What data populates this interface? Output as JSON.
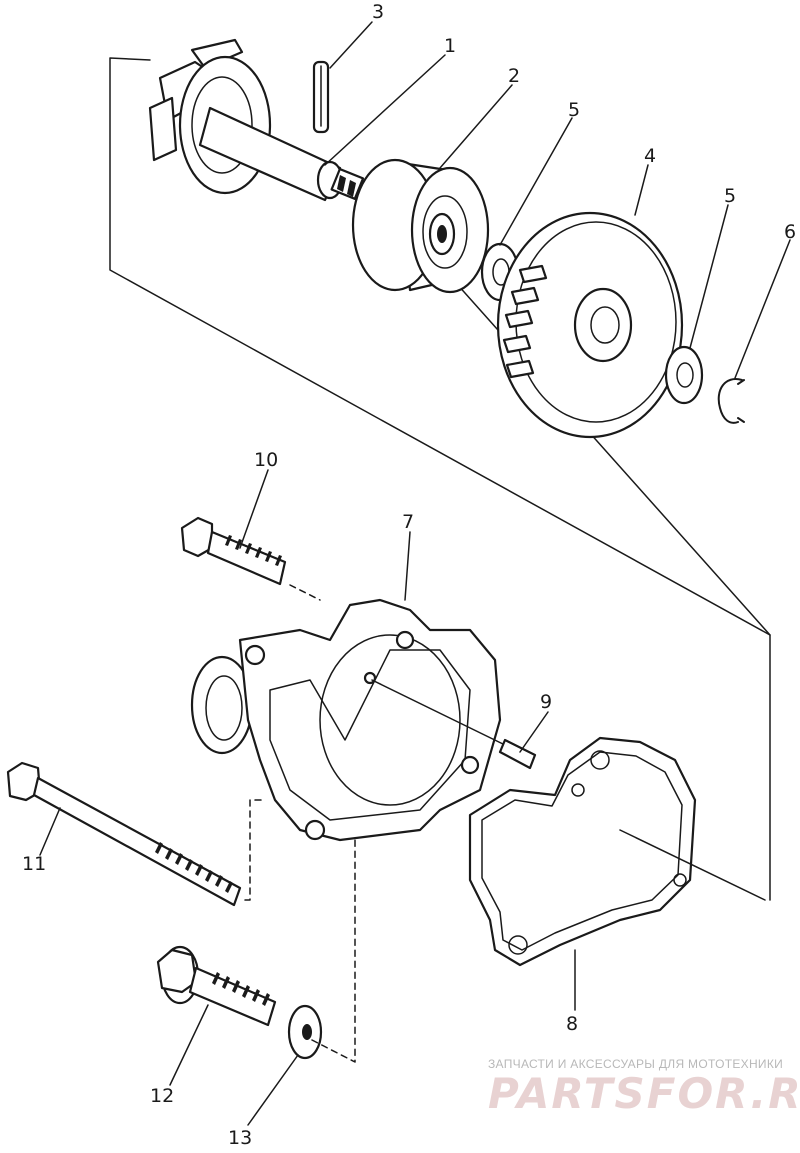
{
  "diagram": {
    "callouts": {
      "c1": "1",
      "c2": "2",
      "c3": "3",
      "c4": "4",
      "c5a": "5",
      "c5b": "5",
      "c6": "6",
      "c7": "7",
      "c8": "8",
      "c9": "9",
      "c10": "10",
      "c11": "11",
      "c12": "12",
      "c13": "13"
    }
  },
  "watermark": {
    "tagline": "ЗАПЧАСТИ И АКСЕССУАРЫ ДЛЯ МОТОТЕХНИКИ",
    "brand": "PARTSFOR.RU"
  }
}
